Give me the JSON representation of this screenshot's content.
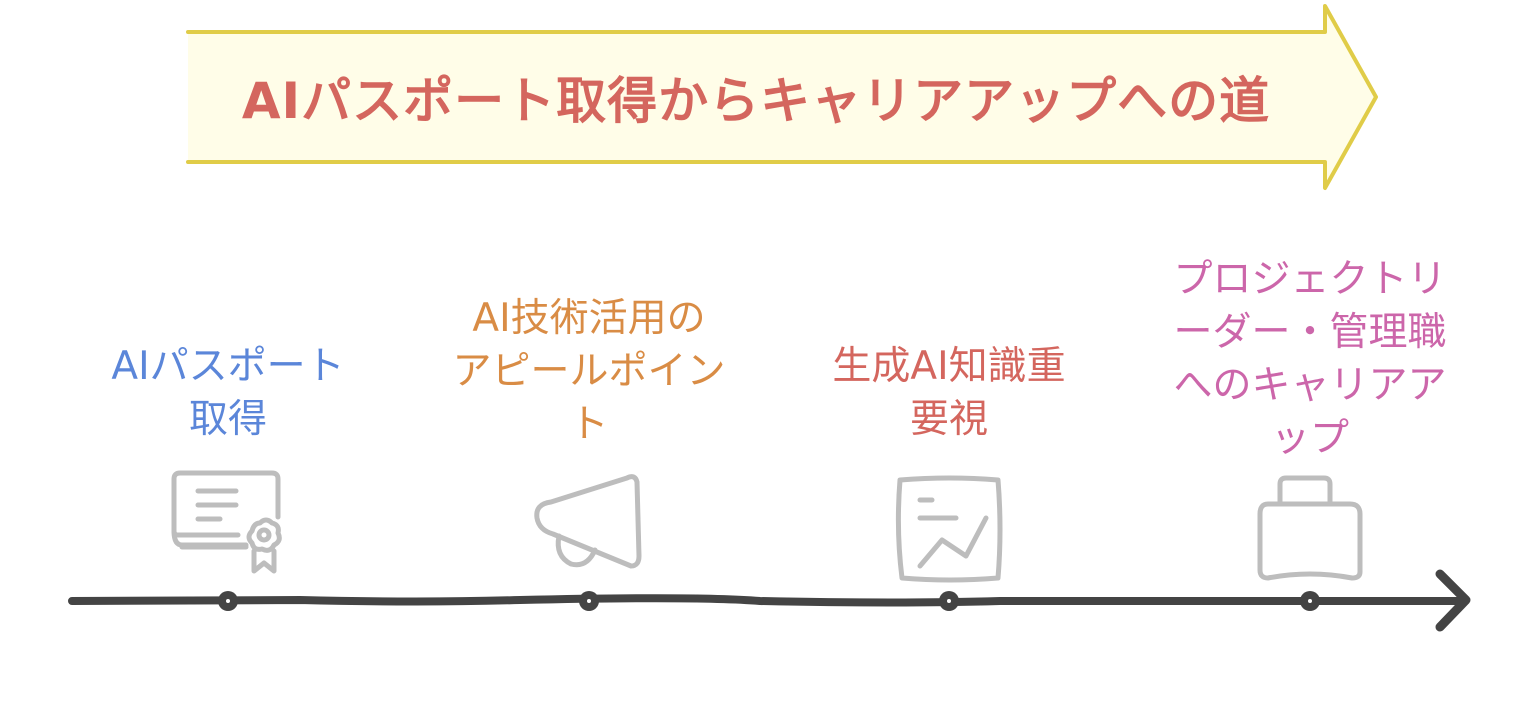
{
  "banner": {
    "title": "AIパスポート取得からキャリアアップへの道",
    "fill_color": "#fffde8",
    "border_color": "#e0cc48",
    "text_color": "#d4665e"
  },
  "timeline": {
    "line_color": "#444444",
    "milestones": [
      {
        "label": "AIパスポート取得",
        "lines": [
          "AIパスポート",
          "取得"
        ],
        "color": "#5b86d9",
        "icon": "certificate-icon"
      },
      {
        "label": "AI技術活用のアピールポイント",
        "lines": [
          "AI技術活用の",
          "アピールポイン",
          "ト"
        ],
        "color": "#d98c45",
        "icon": "megaphone-icon"
      },
      {
        "label": "生成AI知識重要視",
        "lines": [
          "生成AI知識重",
          "要視"
        ],
        "color": "#d4665e",
        "icon": "chart-document-icon"
      },
      {
        "label": "プロジェクトリーダー・管理職へのキャリアアップ",
        "lines": [
          "プロジェクトリ",
          "ーダー・管理職",
          "へのキャリアア",
          "ップ"
        ],
        "color": "#cc66aa",
        "icon": "briefcase-icon"
      }
    ]
  },
  "icon_color": "#bdbdbd"
}
